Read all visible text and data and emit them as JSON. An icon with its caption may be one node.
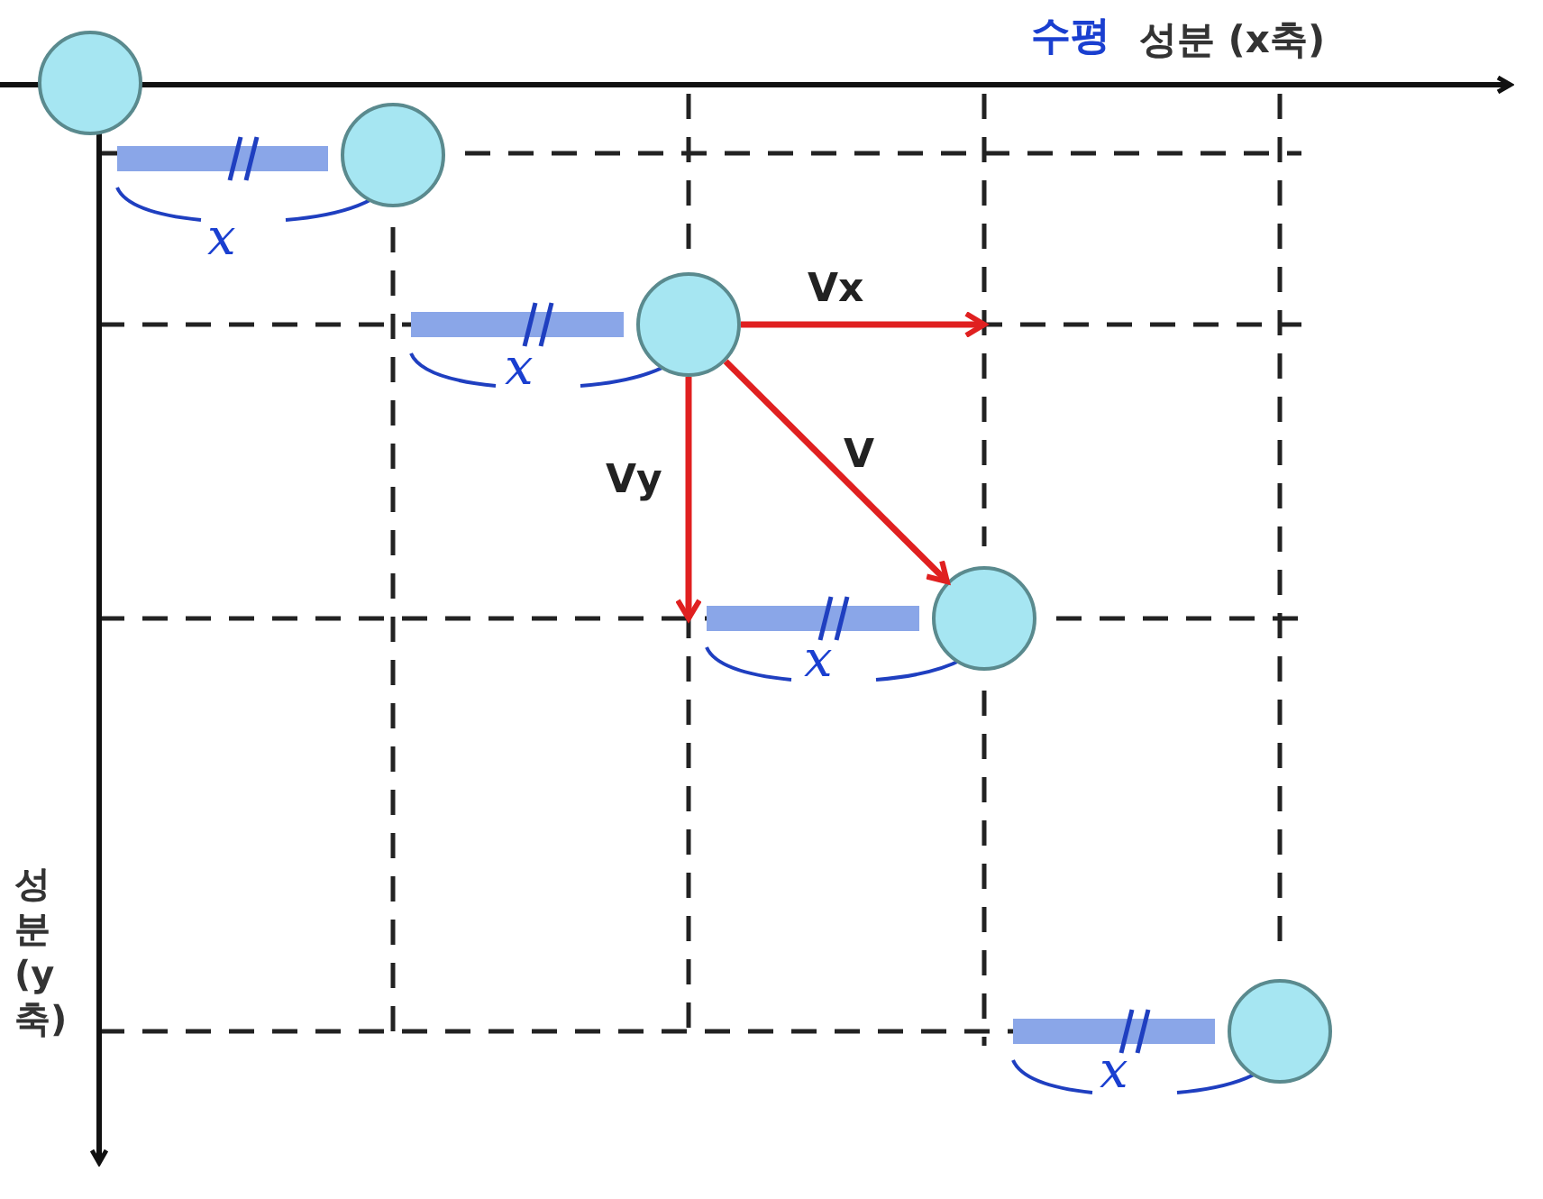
{
  "diagram": {
    "nodes": [
      {
        "text": [],
        "shape": "circle"
      },
      {
        "text": [],
        "shape": "circle"
      },
      {
        "text": [],
        "shape": "circle"
      },
      {
        "text": [],
        "shape": "circle"
      },
      {
        "text": [],
        "shape": "circle"
      }
    ],
    "edges": [
      {
        "from": 2,
        "to": null,
        "arrow": "to",
        "label": "Vx",
        "color": "#e02020"
      },
      {
        "from": 2,
        "to": null,
        "arrow": "to",
        "label": "Vy",
        "color": "#e02020"
      },
      {
        "from": 2,
        "to": 3,
        "arrow": "to",
        "label": "V",
        "color": "#e02020"
      }
    ],
    "labels": [
      "수평",
      "성분 (x축)",
      "x",
      "x",
      "x",
      "x",
      "성분 (y축)"
    ]
  }
}
